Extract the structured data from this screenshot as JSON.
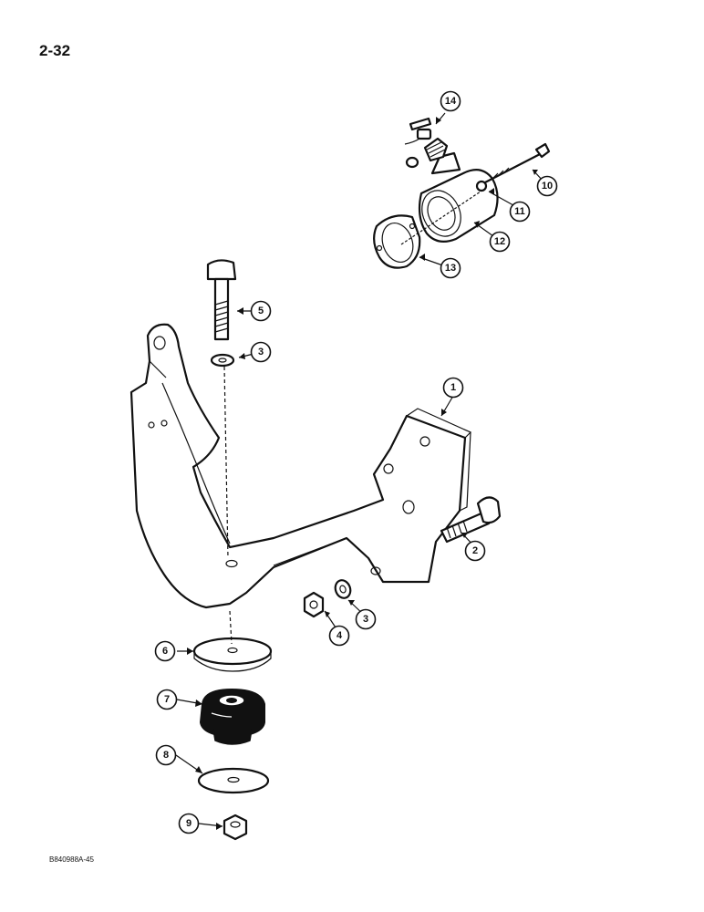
{
  "page": {
    "page_number": "2-32",
    "figure_code": "B840988A-45"
  },
  "callouts": [
    {
      "id": "c1",
      "label": "1"
    },
    {
      "id": "c2",
      "label": "2"
    },
    {
      "id": "c3a",
      "label": "3"
    },
    {
      "id": "c3b",
      "label": "3"
    },
    {
      "id": "c4",
      "label": "4"
    },
    {
      "id": "c5",
      "label": "5"
    },
    {
      "id": "c6",
      "label": "6"
    },
    {
      "id": "c7",
      "label": "7"
    },
    {
      "id": "c8",
      "label": "8"
    },
    {
      "id": "c9",
      "label": "9"
    },
    {
      "id": "c10",
      "label": "10"
    },
    {
      "id": "c11",
      "label": "11"
    },
    {
      "id": "c12",
      "label": "12"
    },
    {
      "id": "c13",
      "label": "13"
    },
    {
      "id": "c14",
      "label": "14"
    }
  ],
  "colors": {
    "line": "#111111",
    "background": "#ffffff"
  }
}
